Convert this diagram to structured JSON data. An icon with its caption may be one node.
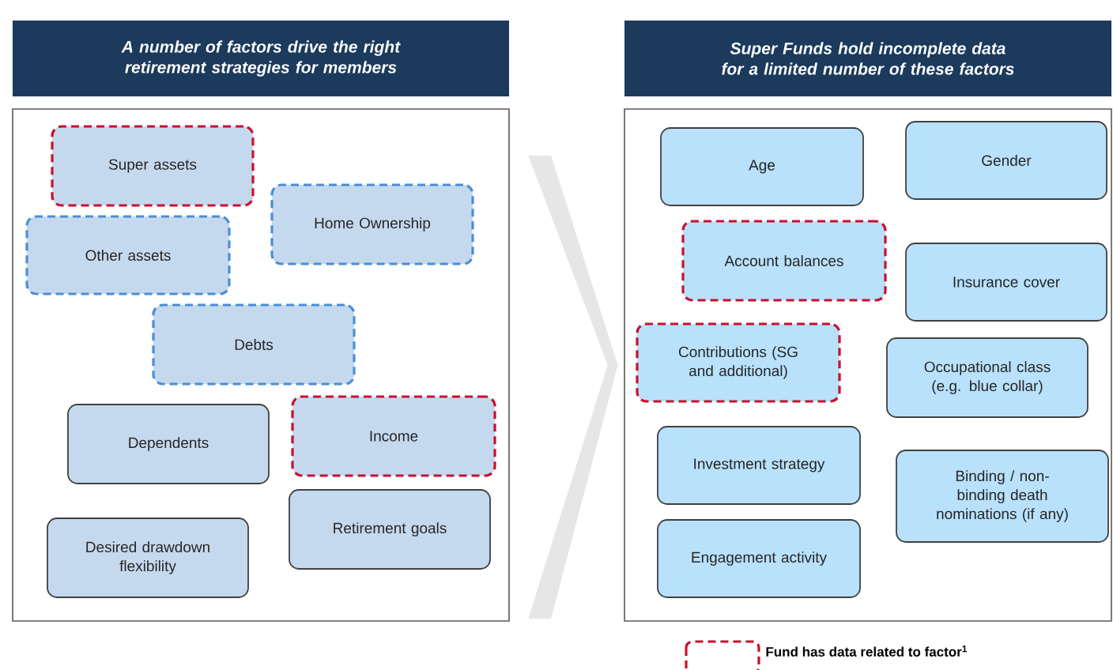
{
  "diagram": {
    "nodes": [
      {
        "text": [
          "A number of factors drive the right retirement strategies for members"
        ]
      },
      {
        "text": [],
        "shape": "box"
      },
      {
        "text": [
          "Super assets"
        ],
        "in": 1
      },
      {
        "text": [
          "Home Ownership"
        ],
        "in": 1
      },
      {
        "text": [
          "Other assets"
        ],
        "in": 1
      },
      {
        "text": [
          "Debts"
        ],
        "in": 1
      },
      {
        "text": [
          "Dependents"
        ],
        "in": 1
      },
      {
        "text": [
          "Income"
        ],
        "in": 1
      },
      {
        "text": [
          "Desired drawdown flexibility"
        ],
        "in": 1
      },
      {
        "text": [
          "Retirement goals"
        ],
        "in": 1
      },
      {
        "text": [
          "Super Funds hold incomplete data for a limited number of these factors"
        ]
      },
      {
        "text": [],
        "shape": "box"
      },
      {
        "text": [
          "Age"
        ],
        "in": 11
      },
      {
        "text": [
          "Gender"
        ],
        "in": 11
      },
      {
        "text": [
          "Account balances"
        ],
        "in": 11
      },
      {
        "text": [
          "Insurance cover"
        ],
        "in": 11
      },
      {
        "text": [
          "Contributions (SG and additional)"
        ],
        "in": 11
      },
      {
        "text": [
          "Occupational class (e.g. blue collar)"
        ],
        "in": 11
      },
      {
        "text": [
          "Investment strategy"
        ],
        "in": 11
      },
      {
        "text": [
          "Binding / non-binding death nominations (if any)"
        ],
        "in": 11
      },
      {
        "text": [
          "Engagement activity"
        ],
        "in": 11
      }
    ],
    "edges": [
      {
        "from": 1,
        "to": 11,
        "arrow": "to"
      }
    ],
    "legend": [
      {
        "text": "Fund has data related to factor$^{1}$"
      }
    ]
  }
}
